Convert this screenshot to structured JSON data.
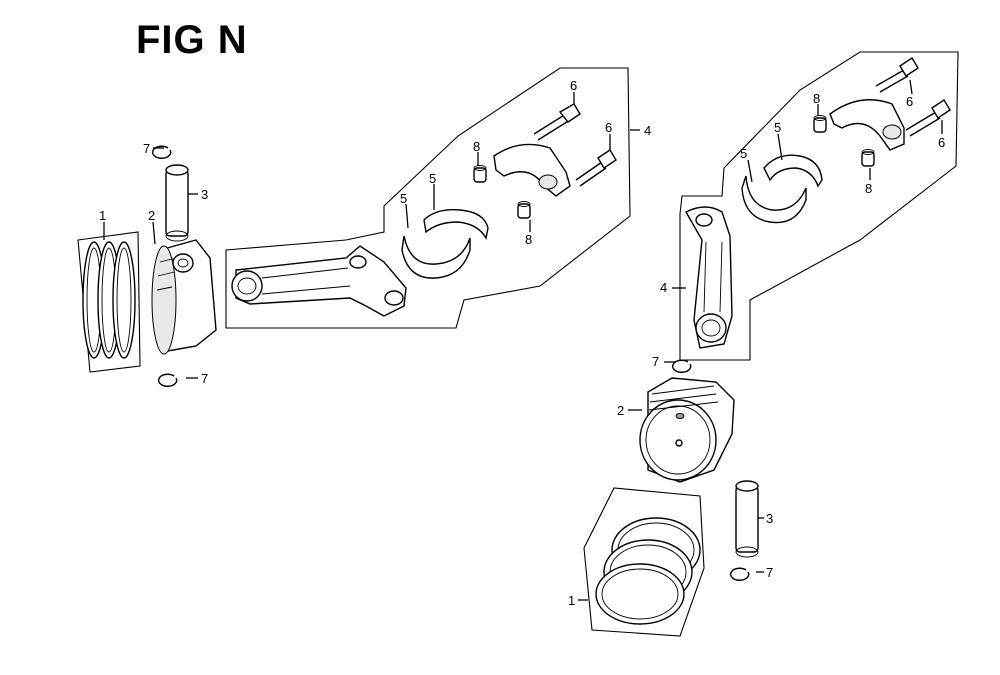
{
  "figure": {
    "title": "FIG N"
  },
  "callouts": {
    "left": {
      "ring_set": "1",
      "piston": "2",
      "piston_pin": "3",
      "rod_assembly": "4",
      "bearing_upper": "5",
      "bearing_lower": "5",
      "bolt_upper": "6",
      "bolt_lower": "6",
      "clip_top": "7",
      "clip_bottom": "7",
      "dowel_upper": "8",
      "dowel_lower": "8"
    },
    "right": {
      "ring_set": "1",
      "piston": "2",
      "piston_pin": "3",
      "rod_assembly": "4",
      "bearing_left": "5",
      "bearing_right": "5",
      "bolt_upper": "6",
      "bolt_lower": "6",
      "clip_top": "7",
      "clip_bottom": "7",
      "dowel_upper": "8",
      "dowel_lower": "8"
    }
  }
}
